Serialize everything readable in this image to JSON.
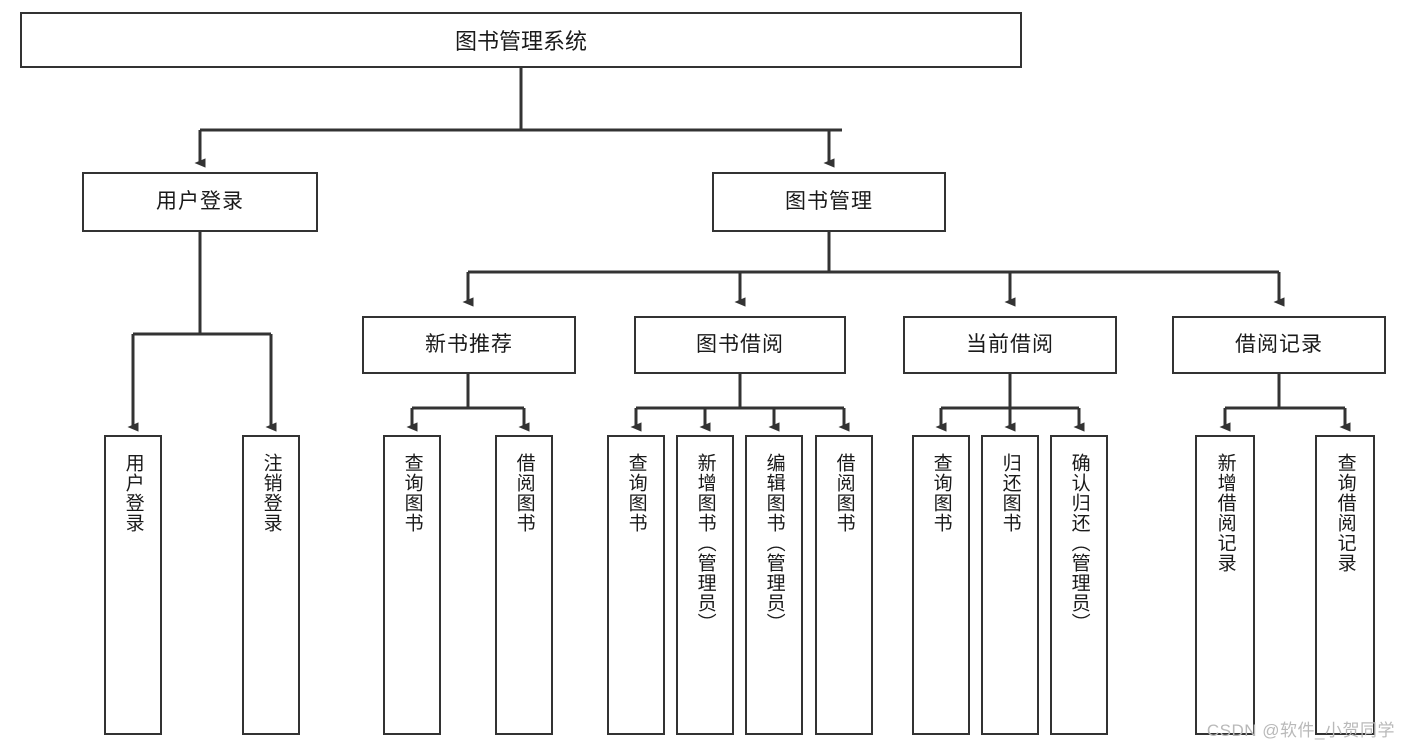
{
  "diagram": {
    "title": "图书管理系统",
    "type": "hierarchy-tree",
    "root": {
      "label": "图书管理系统"
    },
    "level2": [
      {
        "label": "用户登录"
      },
      {
        "label": "图书管理"
      }
    ],
    "level3": [
      {
        "label": "新书推荐"
      },
      {
        "label": "图书借阅"
      },
      {
        "label": "当前借阅"
      },
      {
        "label": "借阅记录"
      }
    ],
    "leaves": {
      "user_login": [
        {
          "label": "用户登录"
        },
        {
          "label": "注销登录"
        }
      ],
      "new_book_recommend": [
        {
          "label": "查询图书"
        },
        {
          "label": "借阅图书"
        }
      ],
      "book_borrow": [
        {
          "label": "查询图书"
        },
        {
          "label": "新增图书（管理员）"
        },
        {
          "label": "编辑图书（管理员）"
        },
        {
          "label": "借阅图书"
        }
      ],
      "current_borrow": [
        {
          "label": "查询图书"
        },
        {
          "label": "归还图书"
        },
        {
          "label": "确认归还（管理员）"
        }
      ],
      "borrow_record": [
        {
          "label": "新增借阅记录"
        },
        {
          "label": "查询借阅记录"
        }
      ]
    }
  },
  "watermark": {
    "text": "CSDN @软件_小贺同学"
  },
  "colors": {
    "border": "#333333",
    "background": "#ffffff",
    "text": "#1a1a1a",
    "watermark": "#b9b9b9"
  }
}
